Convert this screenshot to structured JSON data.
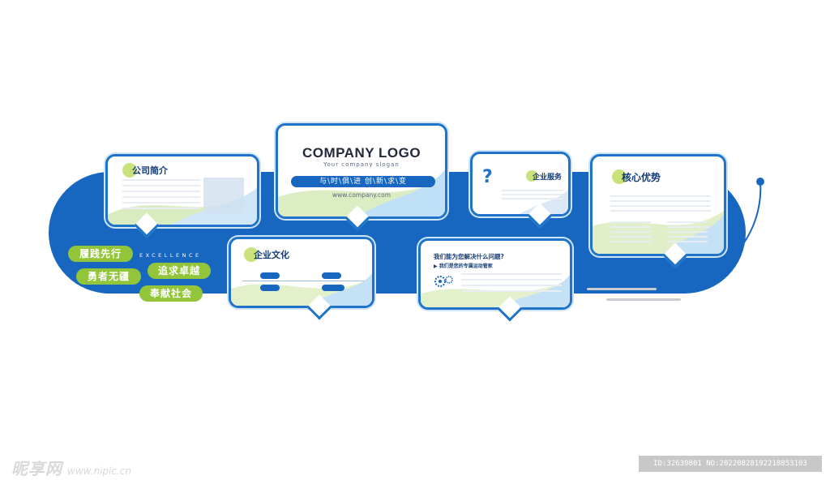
{
  "colors": {
    "brand_blue": "#1767c0",
    "accent_green": "#93c53a",
    "light_green": "#c9e27a",
    "light_blue": "#bfe0f6"
  },
  "logo_card": {
    "title": "COMPANY LOGO",
    "slogan": "Your company slogan",
    "motto": "与\\时\\俱\\进  创\\新\\求\\变",
    "website": "www.company.com"
  },
  "intro_card": {
    "title": "公司简介"
  },
  "culture_card": {
    "title": "企业文化"
  },
  "service_card": {
    "title": "企业服务",
    "icon": "question-mark-icon"
  },
  "problem_card": {
    "question": "我们能为您解决什么问题?",
    "subtitle": "▶ 我们是您的专属运动管家",
    "icon": "gears-icon"
  },
  "advantage_card": {
    "title": "核心优势"
  },
  "excellence_word": "EXCELLENCE",
  "values": [
    "履践先行",
    "勇者无疆",
    "追求卓越",
    "奉献社会"
  ],
  "watermark": {
    "brand": "昵享网",
    "url": "www.nipic.cn"
  },
  "image_id": "ID:32639801 NO:20220828192210853103"
}
